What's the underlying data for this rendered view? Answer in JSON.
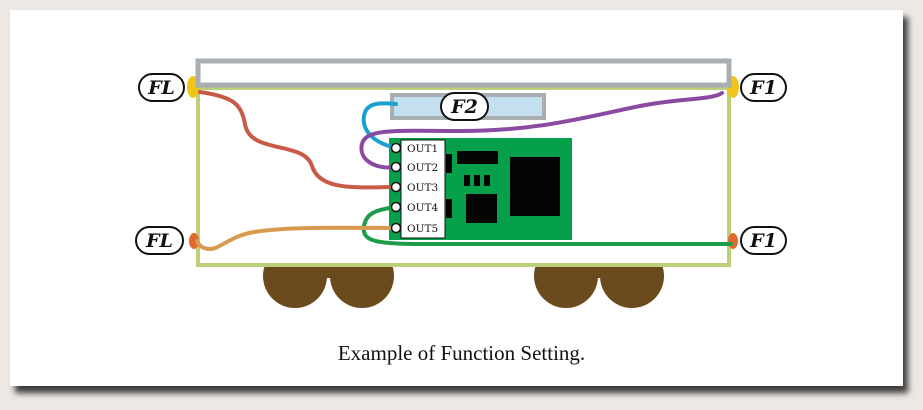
{
  "caption": "Example of Function Setting.",
  "labels": {
    "fl_top": "FL",
    "f1_top": "F1",
    "f2": "F2",
    "fl_bottom": "FL",
    "f1_bottom": "F1"
  },
  "outputs": [
    "OUT1",
    "OUT2",
    "OUT3",
    "OUT4",
    "OUT5"
  ],
  "colors": {
    "car_outline": "#bcd07a",
    "roof": "#a9aeb3",
    "f2_light": "#c4dff0",
    "board": "#07a04a",
    "chip": "#050505",
    "wheel": "#6b4b1e",
    "lamp_yellow": "#f0c419",
    "lamp_orange": "#e06a2b",
    "wire_out1": "#1aa1cf",
    "wire_out2": "#8a4aa2",
    "wire_out3": "#c85a46",
    "wire_out4": "#1c9c4a",
    "wire_out5": "#d89a4e"
  }
}
